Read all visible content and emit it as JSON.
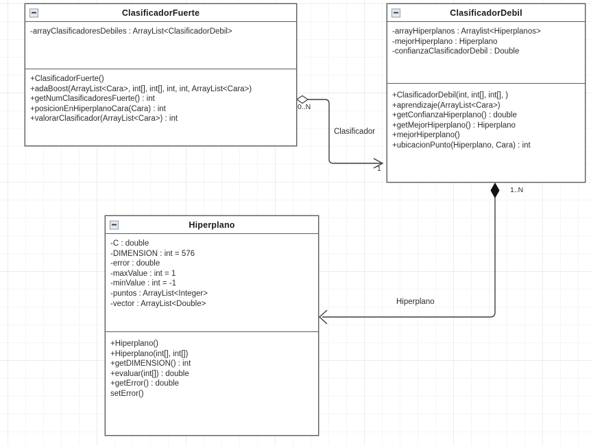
{
  "diagram": {
    "type": "uml-class-diagram",
    "background": "#ffffff",
    "grid_color": "#ececec",
    "line_color": "#3c3c3c",
    "classes": [
      {
        "id": "clasificador-fuerte",
        "name": "ClasificadorFuerte",
        "collapse_icon": "minimize-icon",
        "attributes": [
          "-arrayClasificadoresDebiles : ArrayList<ClasificadorDebil>"
        ],
        "methods": [
          "+ClasificadorFuerte()",
          "+adaBoost(ArrayList<Cara>, int[], int[], int, int, ArrayList<Cara>)",
          "+getNumClasificadoresFuerte() : int",
          "+posicionEnHiperplanoCara(Cara) : int",
          "+valorarClasificador(ArrayList<Cara>) : int"
        ]
      },
      {
        "id": "clasificador-debil",
        "name": "ClasificadorDebil",
        "collapse_icon": "minimize-icon",
        "attributes": [
          "-arrayHiperplanos : Arraylist<Hiperplanos>",
          "-mejorHiperplano : Hiperplano",
          "-confianzaClasificadorDebil : Double"
        ],
        "methods": [
          "+ClasificadorDebil(int, int[], int[], )",
          "+aprendizaje(ArrayList<Cara>)",
          "+getConfianzaHiperplano() : double",
          "+getMejorHiperplano() : Hiperplano",
          "+mejorHiperplano()",
          "+ubicacionPunto(Hiperplano, Cara) : int"
        ]
      },
      {
        "id": "hiperplano",
        "name": "Hiperplano",
        "collapse_icon": "minimize-icon",
        "attributes": [
          "-C : double",
          "-DIMENSION : int = 576",
          "-error : double",
          "-maxValue : int = 1",
          "-minValue : int = -1",
          "-puntos : ArrayList<Integer>",
          "-vector : ArrayList<Double>"
        ],
        "methods": [
          "+Hiperplano()",
          "+Hiperplano(int[], int[])",
          "+getDIMENSION() : int",
          "+evaluar(int[]) : double",
          "+getError() : double",
          "setError()"
        ]
      }
    ],
    "relationships": [
      {
        "id": "rel-clasificador",
        "label": "Clasificador",
        "source": "clasificador-fuerte",
        "target": "clasificador-debil",
        "source_decoration": "open-diamond",
        "target_decoration": "open-arrow",
        "source_multiplicity": "0..N",
        "target_multiplicity": "1"
      },
      {
        "id": "rel-hiperplano",
        "label": "Hiperplano",
        "source": "clasificador-debil",
        "target": "hiperplano",
        "source_decoration": "filled-diamond",
        "target_decoration": "open-arrow",
        "source_multiplicity": "1..N",
        "target_multiplicity": ""
      }
    ]
  }
}
